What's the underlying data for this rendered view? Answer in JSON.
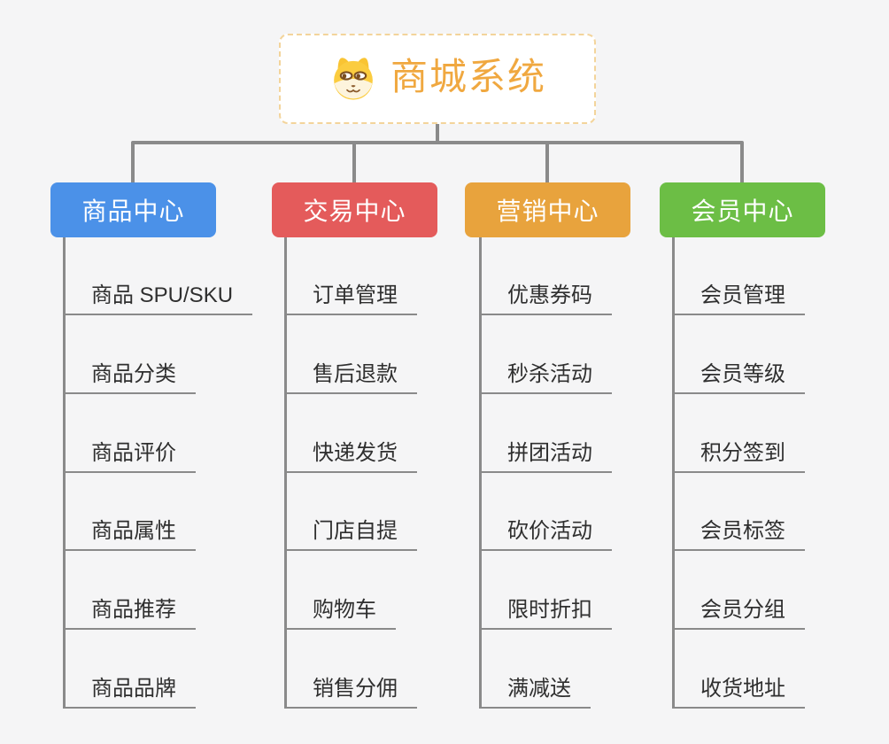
{
  "root": {
    "title": "商城系统",
    "icon": "dog-face"
  },
  "colors": {
    "background": "#f5f5f6",
    "connector": "#8a8a8a",
    "root_text": "#f0a840",
    "root_border": "#f3d49b",
    "leaf_text": "#2f2f2f",
    "leaf_underline": "#8a8a8a",
    "branch_product": "#4b91e8",
    "branch_trade": "#e45b5b",
    "branch_marketing": "#e8a33d",
    "branch_member": "#6cbe45"
  },
  "branches": [
    {
      "label": "商品中心",
      "color": "#4b91e8",
      "items": [
        "商品 SPU/SKU",
        "商品分类",
        "商品评价",
        "商品属性",
        "商品推荐",
        "商品品牌"
      ]
    },
    {
      "label": "交易中心",
      "color": "#e45b5b",
      "items": [
        "订单管理",
        "售后退款",
        "快递发货",
        "门店自提",
        "购物车",
        "销售分佣"
      ]
    },
    {
      "label": "营销中心",
      "color": "#e8a33d",
      "items": [
        "优惠券码",
        "秒杀活动",
        "拼团活动",
        "砍价活动",
        "限时折扣",
        "满减送"
      ]
    },
    {
      "label": "会员中心",
      "color": "#6cbe45",
      "items": [
        "会员管理",
        "会员等级",
        "积分签到",
        "会员标签",
        "会员分组",
        "收货地址"
      ]
    }
  ]
}
